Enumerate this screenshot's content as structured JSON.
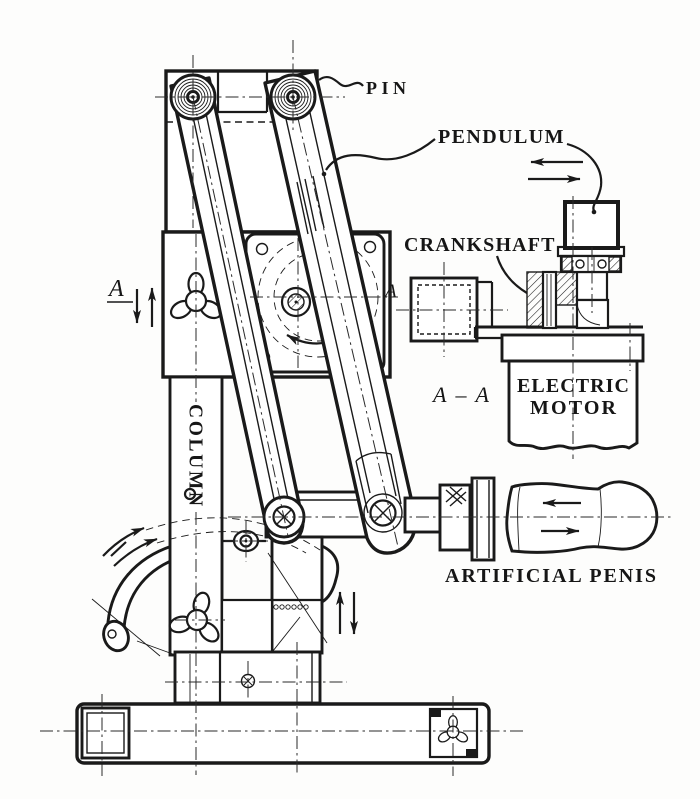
{
  "figure": {
    "kind": "patent-style technical line drawing",
    "ink_color": "#1a1a1a",
    "paper_color": "#fdfdfc"
  },
  "labels": {
    "pin": "PIN",
    "pendulum": "PENDULUM",
    "crankshaft": "CRANKSHAFT",
    "electric_motor_line1": "ELECTRIC",
    "electric_motor_line2": "MOTOR",
    "column": "COLUMN",
    "artificial_penis": "ARTIFICIAL PENIS",
    "section_view": "A–A",
    "section_marker_left": "A",
    "section_marker_right": "A"
  },
  "annotations": {
    "motion_arrows": [
      "pendulum horizontal reciprocation (double arrows upper right)",
      "attachment horizontal reciprocation (arrows on artificial penis)",
      "vertical travel beside section marker A (down/up arrows)",
      "clamp vertical travel (up/down arrows right of clamp)",
      "lever swing (curved double arrow lower left)",
      "crank rotation (curved arrow on crank disc)"
    ]
  }
}
